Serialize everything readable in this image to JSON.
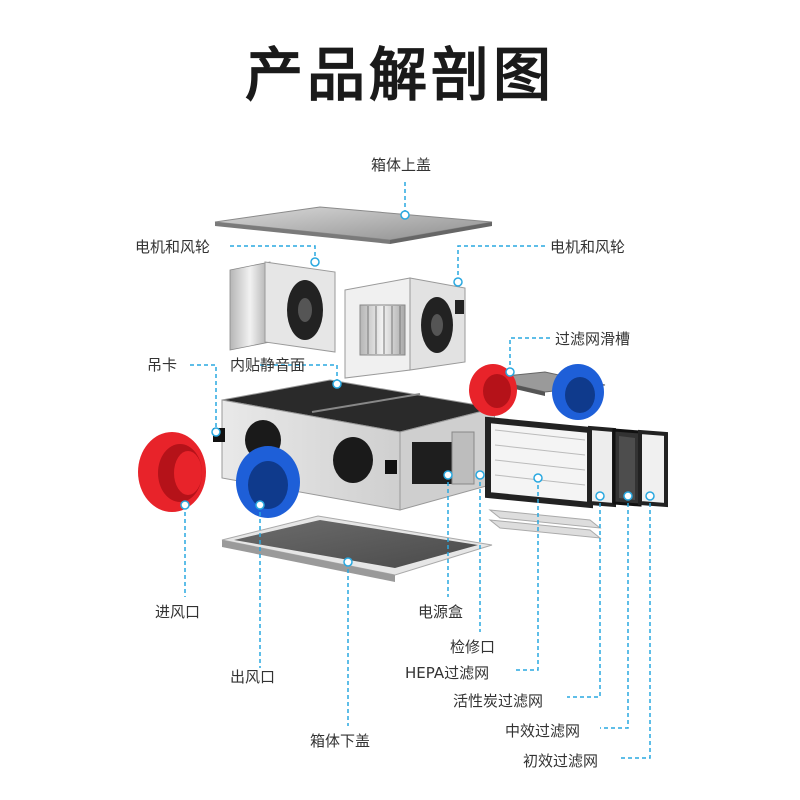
{
  "title": "产品解剖图",
  "colors": {
    "leader": "#29a8e0",
    "inlet_ring": "#e8232a",
    "outlet_ring": "#1e5fd8"
  },
  "labels": {
    "top_cover": "箱体上盖",
    "motor_left": "电机和风轮",
    "motor_right": "电机和风轮",
    "filter_slot": "过滤网滑槽",
    "hanger": "吊卡",
    "liner": "内贴静音面",
    "inlet": "进风口",
    "power_box": "电源盒",
    "access_port": "检修口",
    "hepa": "HEPA过滤网",
    "carbon": "活性炭过滤网",
    "outlet": "出风口",
    "medium": "中效过滤网",
    "bottom_cover": "箱体下盖",
    "primary": "初效过滤网"
  }
}
